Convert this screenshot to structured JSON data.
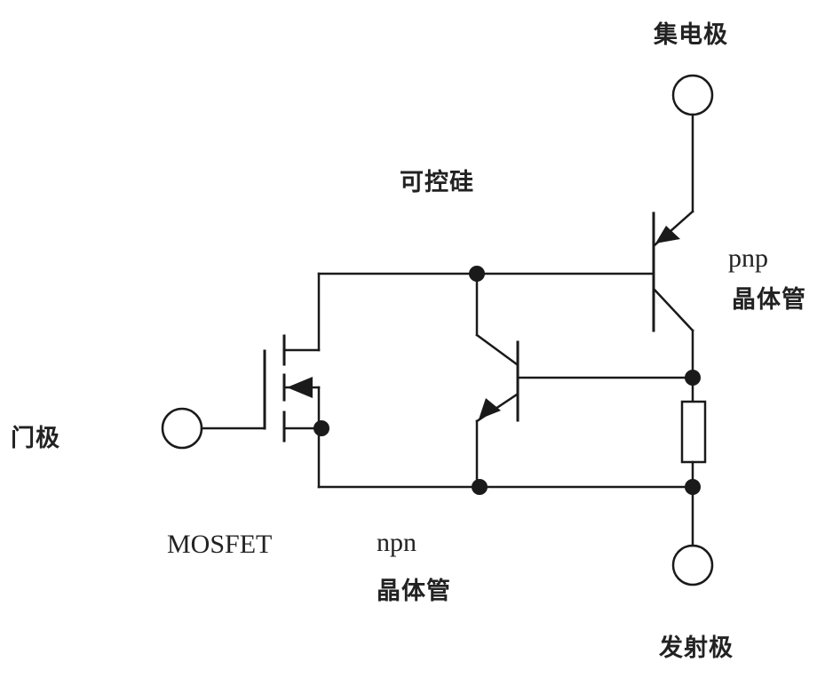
{
  "labels": {
    "collector": "集电极",
    "thyristor": "可控硅",
    "pnp": "pnp",
    "pnp_transistor": "晶体管",
    "gate": "门极",
    "mosfet": "MOSFET",
    "npn": "npn",
    "npn_transistor": "晶体管",
    "emitter": "发射极"
  },
  "colors": {
    "stroke": "#1a1a1a",
    "text": "#222222",
    "background": "#ffffff"
  }
}
